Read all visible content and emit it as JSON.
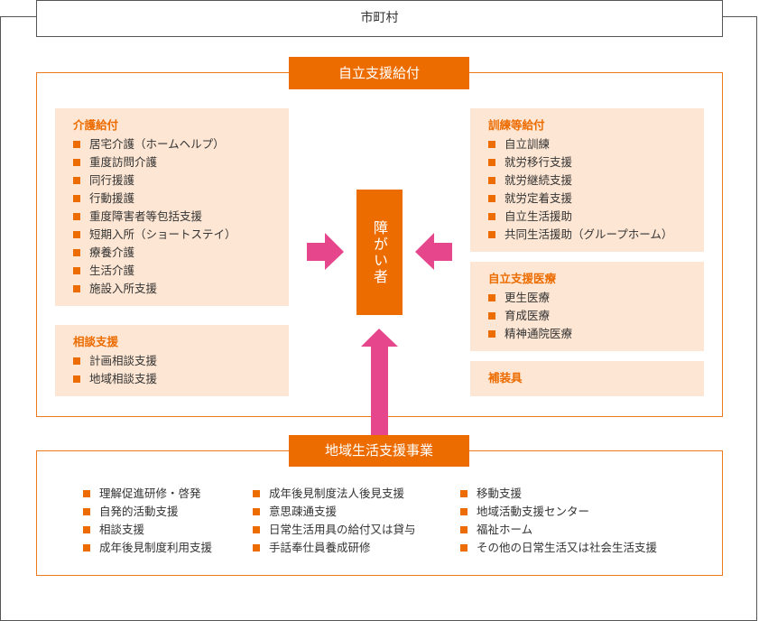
{
  "municipality": "市町村",
  "jiritsu": {
    "title": "自立支援給付",
    "kaigo": {
      "title": "介護給付",
      "items": [
        "居宅介護（ホームヘルプ）",
        "重度訪問介護",
        "同行援護",
        "行動援護",
        "重度障害者等包括支援",
        "短期入所（ショートステイ）",
        "療養介護",
        "生活介護",
        "施設入所支援"
      ]
    },
    "soudan": {
      "title": "相談支援",
      "items": [
        "計画相談支援",
        "地域相談支援"
      ]
    },
    "kunren": {
      "title": "訓練等給付",
      "items": [
        "自立訓練",
        "就労移行支援",
        "就労継続支援",
        "就労定着支援",
        "自立生活援助",
        "共同生活援助（グループホーム）"
      ]
    },
    "iryou": {
      "title": "自立支援医療",
      "items": [
        "更生医療",
        "育成医療",
        "精神通院医療"
      ]
    },
    "hosougu": {
      "title": "補装具"
    }
  },
  "center": "障がい者",
  "chiiki": {
    "title": "地域生活支援事業",
    "col1": [
      "理解促進研修・啓発",
      "自発的活動支援",
      "相談支援",
      "成年後見制度利用支援"
    ],
    "col2": [
      "成年後見制度法人後見支援",
      "意思疎通支援",
      "日常生活用具の給付又は貸与",
      "手話奉仕員養成研修"
    ],
    "col3": [
      "移動支援",
      "地域活動支援センター",
      "福祉ホーム",
      "その他の日常生活又は社会生活支援"
    ]
  },
  "colors": {
    "orange": "#ec6c00",
    "pink": "#e6468c",
    "panel": "#fde6d3"
  }
}
